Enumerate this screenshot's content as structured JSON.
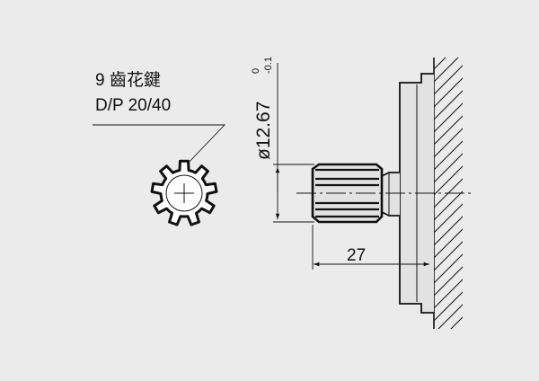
{
  "callout": {
    "line1": "9 齒花鍵",
    "line2": "D/P 20/40"
  },
  "dimensions": {
    "diameter_main": "ø12.67",
    "diameter_tol_upper": "0",
    "diameter_tol_lower": "-0.1",
    "length": "27"
  },
  "spline": {
    "teeth": 9
  },
  "colors": {
    "background": "#ebebeb",
    "part_fill": "#e2e2e2",
    "line": "#111111"
  }
}
